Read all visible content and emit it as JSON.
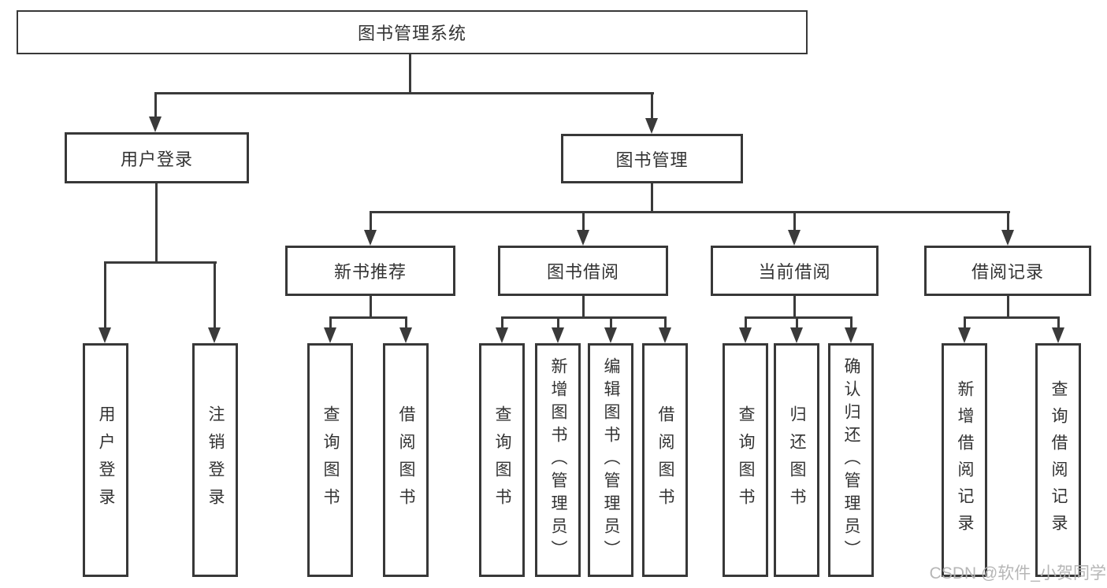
{
  "diagram": {
    "title": "图书管理系统",
    "level2": [
      "用户登录",
      "图书管理"
    ],
    "level3": [
      "新书推荐",
      "图书借阅",
      "当前借阅",
      "借阅记录"
    ],
    "leaves": {
      "login": [
        "用户登录",
        "注销登录"
      ],
      "recommend": [
        "查询图书",
        "借阅图书"
      ],
      "borrow": [
        "查询图书",
        "新增图书（管理员）",
        "编辑图书（管理员）",
        "借阅图书"
      ],
      "current": [
        "查询图书",
        "归还图书",
        "确认归还（管理员）"
      ],
      "records": [
        "新增借阅记录",
        "查询借阅记录"
      ]
    },
    "colors": {
      "line": "#3a3a3a",
      "border": "#383838",
      "text": "#333333",
      "watermark": "#b3b3b3",
      "background": "#ffffff"
    }
  },
  "page": {
    "watermark": "CSDN @软件_小贺同学"
  }
}
